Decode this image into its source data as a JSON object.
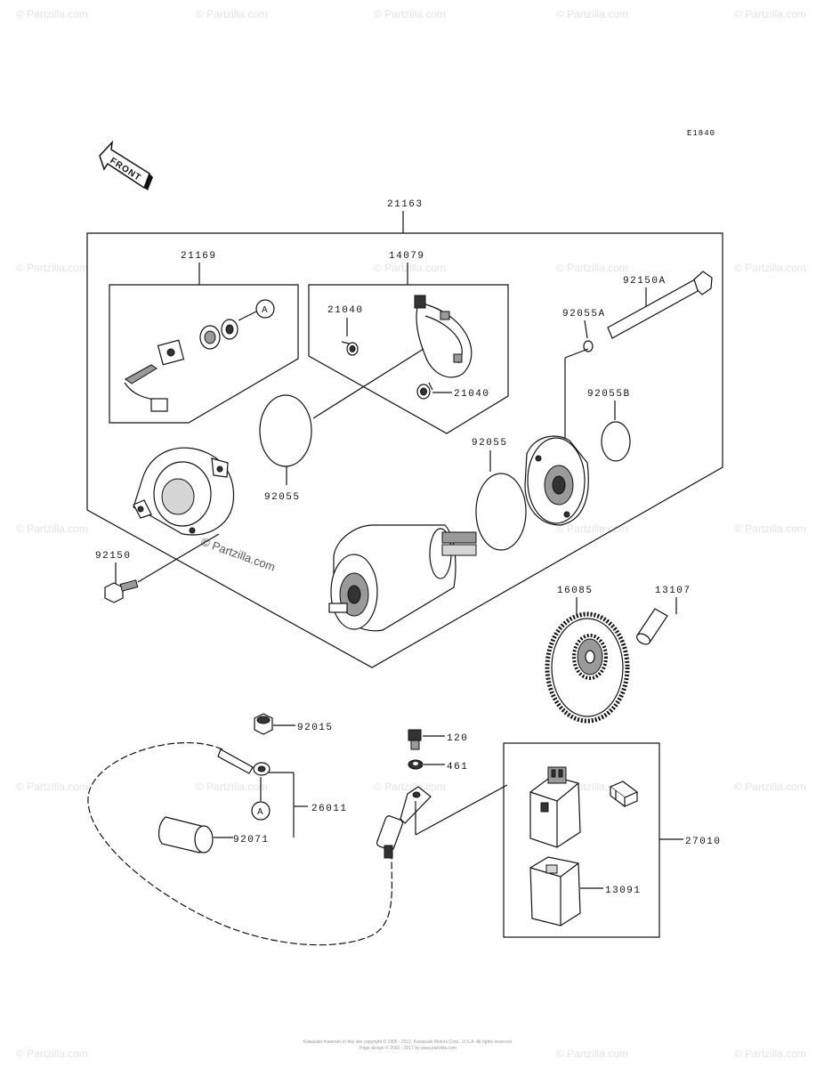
{
  "diagram_code": "E1840",
  "front_label": "FRONT",
  "watermark": "© Partzilla.com",
  "part_numbers": {
    "p21163": "21163",
    "p21169": "21169",
    "p14079": "14079",
    "p21040a": "21040",
    "p21040b": "21040",
    "p92150a": "92150A",
    "p92055a": "92055A",
    "p92055b": "92055B",
    "p92055_left": "92055",
    "p92055_right": "92055",
    "p92150": "92150",
    "p16085": "16085",
    "p13107": "13107",
    "p92015": "92015",
    "p120": "120",
    "p461": "461",
    "p26011": "26011",
    "p92071": "92071",
    "p27010": "27010",
    "p13091": "13091"
  },
  "ref_letter_a": "A",
  "footer": {
    "line1": "Kawasaki materials in this site copyright © 1995 - 2017, Kawasaki Motors Corp., U.S.A. All rights reserved.",
    "line2": "Page design © 2000 - 2017 by www.partzilla.com"
  }
}
